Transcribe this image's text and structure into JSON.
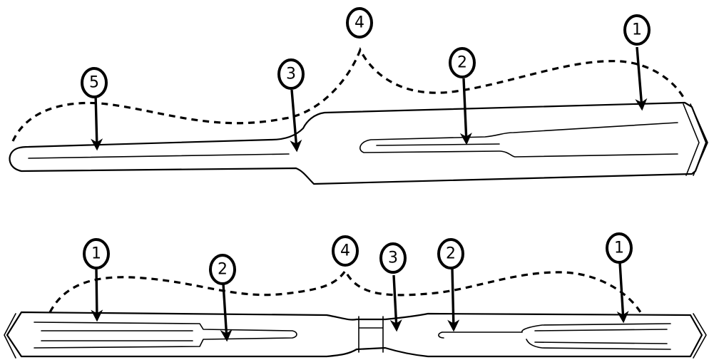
{
  "diagram": {
    "top_figure": {
      "callouts": [
        "1",
        "2",
        "3",
        "4",
        "5"
      ]
    },
    "bottom_figure": {
      "callouts": [
        "1",
        "2",
        "4",
        "3",
        "2",
        "1"
      ]
    }
  }
}
